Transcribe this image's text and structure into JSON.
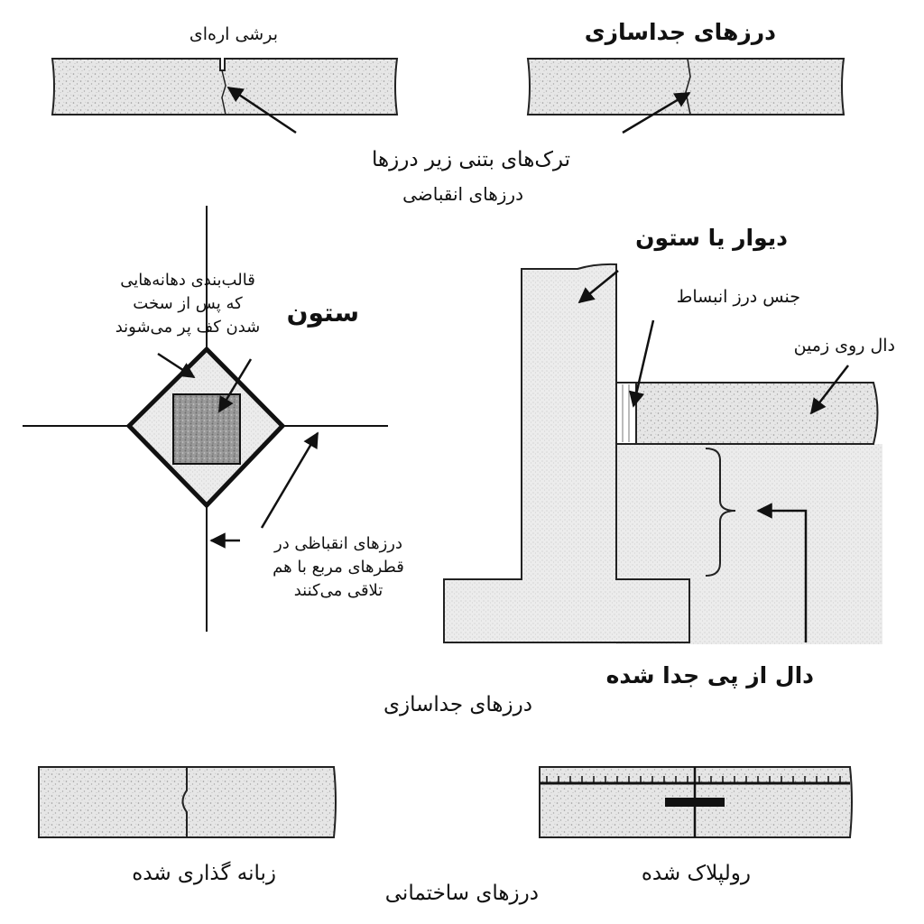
{
  "labels": {
    "saw_cut": "برشی اره‌ای",
    "isolation_joints_top": "درزهای جداسازی",
    "cracks_under_joints": "ترک‌های بتنی زیر درزها",
    "contraction_joints": "درزهای انقباضی",
    "wall_or_column": "دیوار یا ستون",
    "expansion_joint_material": "جنس درز انبساط",
    "slab_on_grade": "دال روی زمین",
    "column": "ستون",
    "formwork_line1": "قالب‌بندی دهانه‌هایی",
    "formwork_line2": "که پس از سخت",
    "formwork_line3": "شدن کف پر می‌شوند",
    "diag_joints_line1": "درزهای انقباظی در",
    "diag_joints_line2": "قطرهای مربع با هم",
    "diag_joints_line3": "تلاقی می‌کنند",
    "slab_separated": "دال از پی جدا شده",
    "isolation_joints_mid": "درزهای جداسازی",
    "keyed": "زبانه گذاری شده",
    "dowelled": "رولپلاک شده",
    "construction_joints": "درزهای ساختمانی"
  }
}
